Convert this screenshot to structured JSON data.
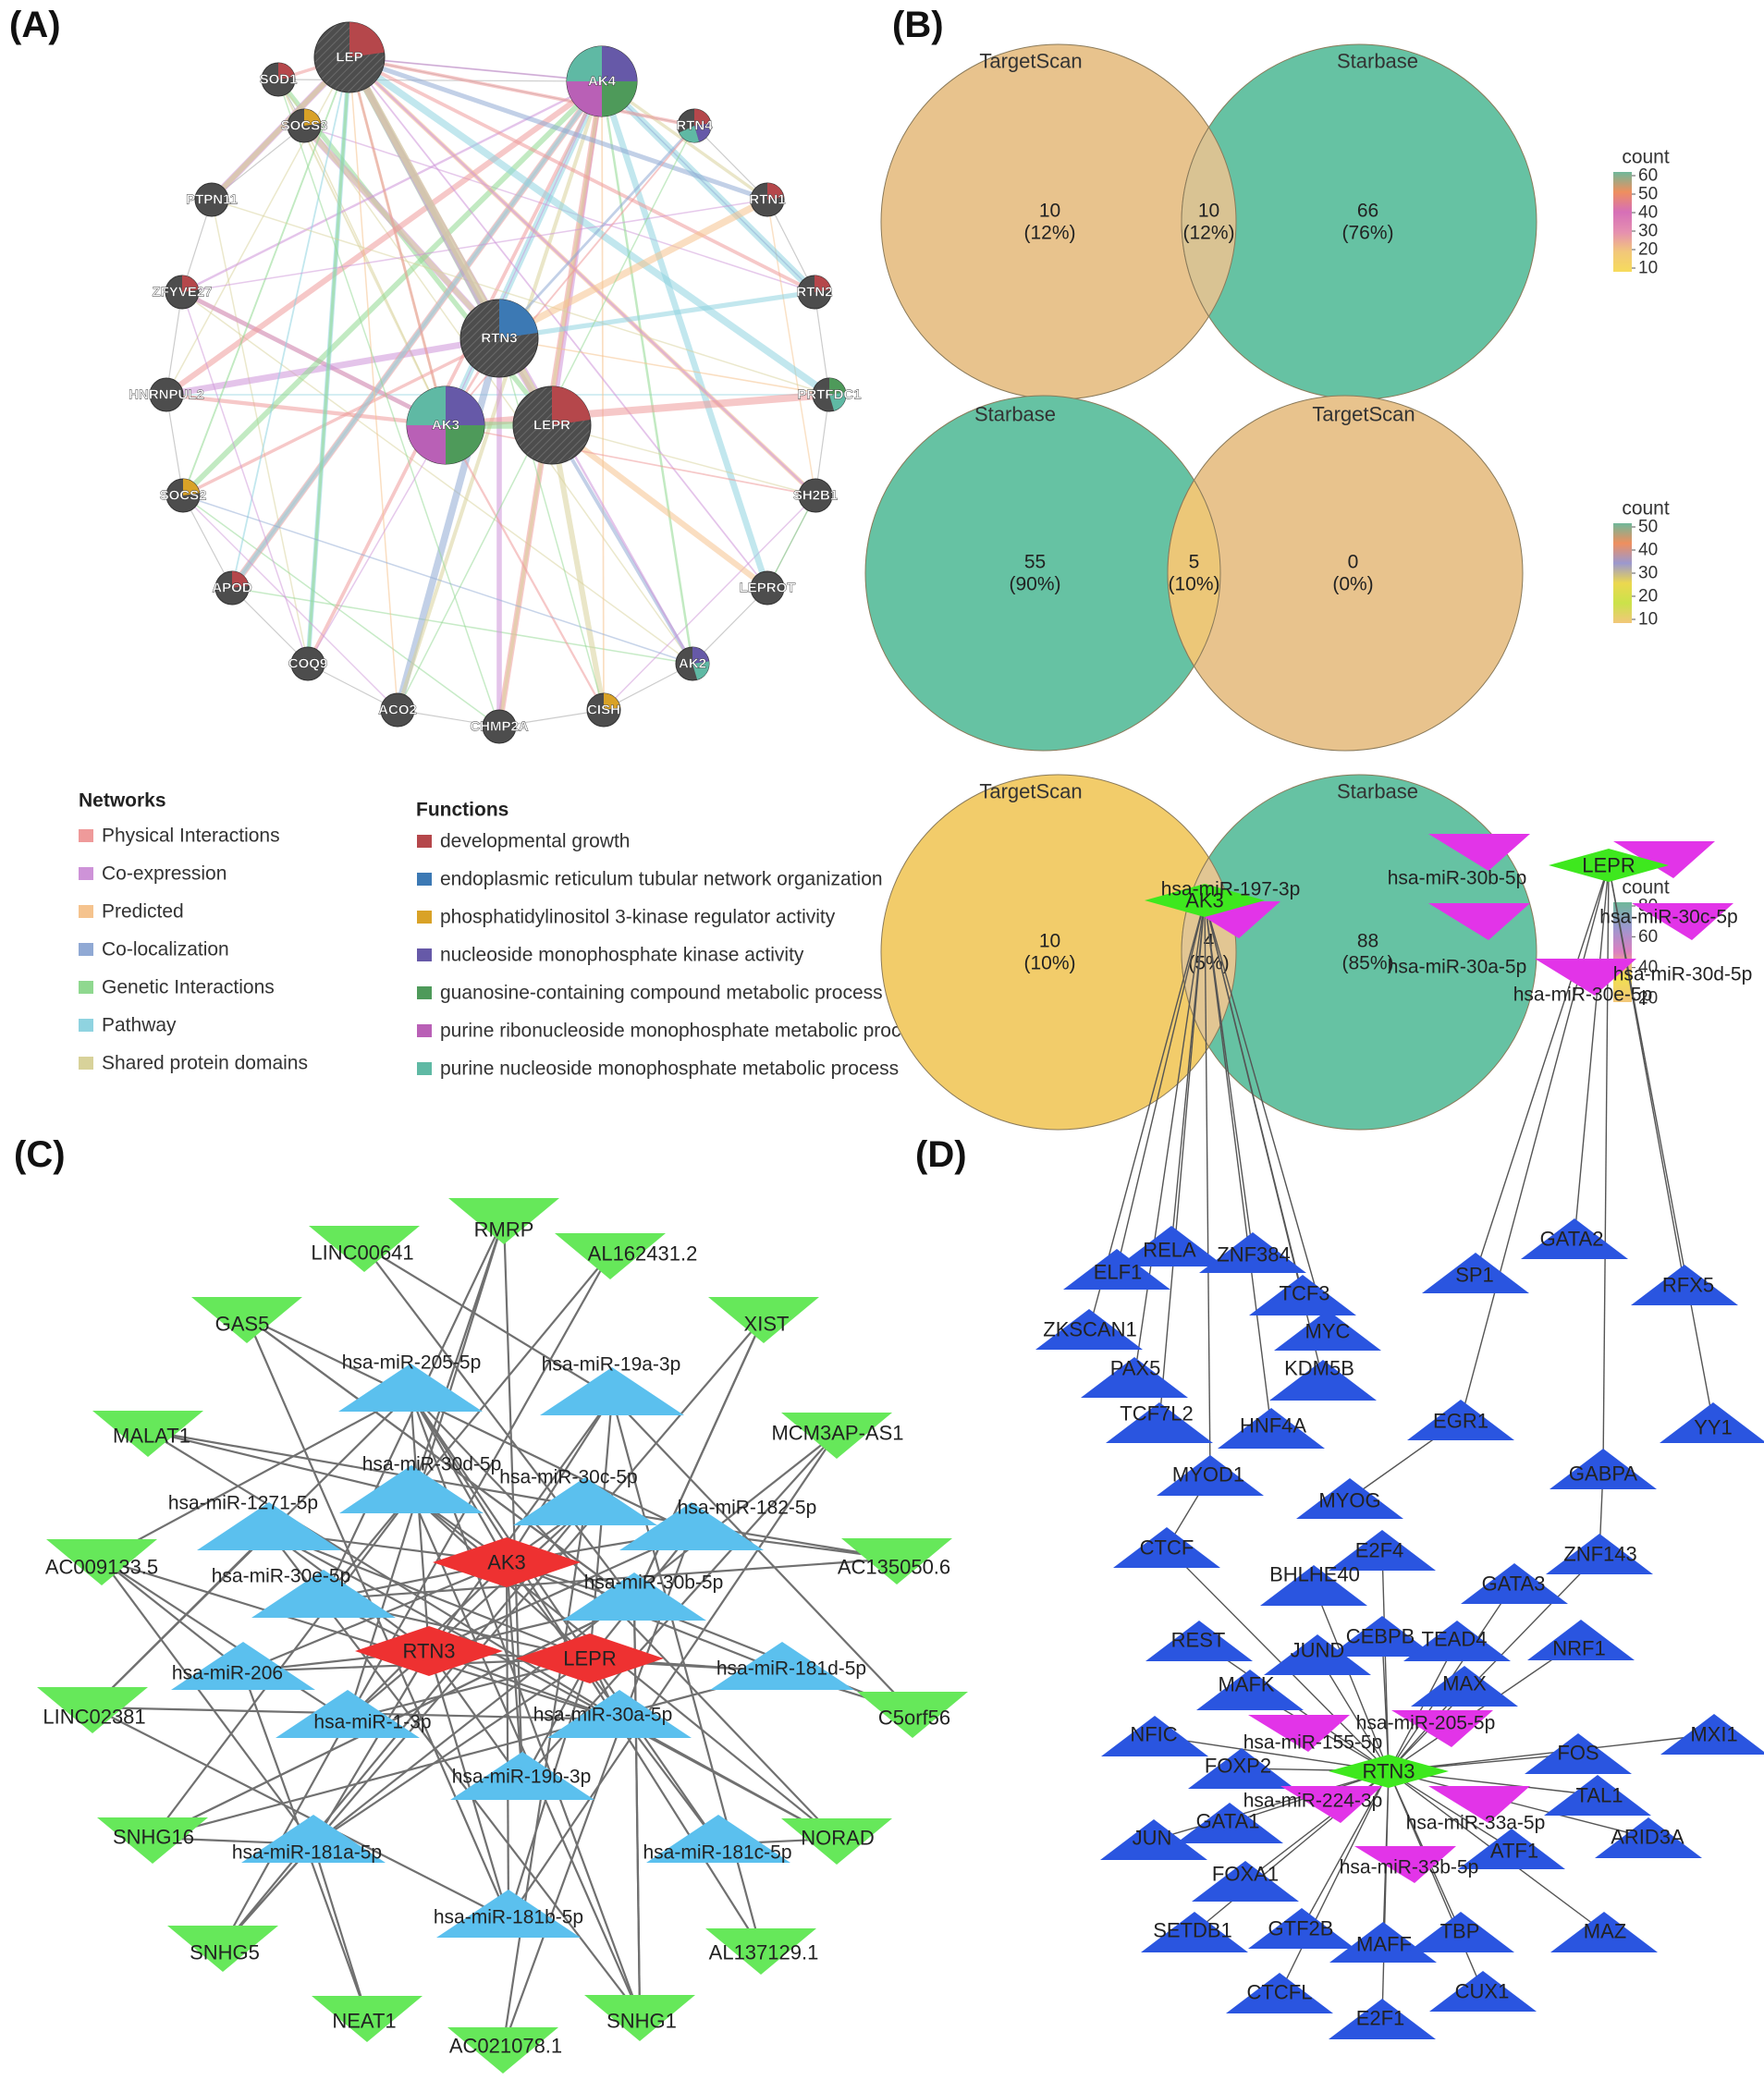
{
  "panels": {
    "a": "(A)",
    "b": "(B)",
    "c": "(C)",
    "d": "(D)"
  },
  "colors": {
    "node_dark": "#4d4d4d",
    "physical": "#ef9a9a",
    "coexpression": "#ce93d8",
    "predicted": "#f5c38e",
    "colocalization": "#90a9d4",
    "genetic": "#8fd88f",
    "pathway": "#8fd3e0",
    "shared": "#d8d29a",
    "fn_growth": "#b5474b",
    "fn_er": "#3c79b4",
    "fn_pi3k": "#d9a227",
    "fn_nmp": "#6659a8",
    "fn_guanosine": "#4e9a5a",
    "fn_purine_ribo": "#b960b6",
    "fn_purine_nuc": "#5fb9a4",
    "venn_green": "#66c2a3",
    "venn_tan": "#e8c38d",
    "venn_yellow": "#f2cc6a",
    "mirna_blue": "#5bc0ee",
    "lnc_green": "#66e85a",
    "hub_red": "#ee3131",
    "tf_blue": "#2a55e0",
    "mir_magenta": "#e234e8",
    "gene_green": "#3ee81e"
  },
  "panel_a": {
    "genes": [
      "LEP",
      "AK4",
      "SOD1",
      "SOCS3",
      "PTPN11",
      "ZFYVE27",
      "HNRNPUL2",
      "SOCS2",
      "APOD",
      "COQ9",
      "ACO2",
      "CHMP2A",
      "CISH",
      "AK2",
      "LEPROT",
      "SH2B1",
      "PRTFDC1",
      "RTN2",
      "RTN1",
      "RTN4",
      "RTN3",
      "AK3",
      "LEPR"
    ],
    "networks_title": "Networks",
    "networks": [
      {
        "label": "Physical Interactions",
        "color": "#ef9a9a"
      },
      {
        "label": "Co-expression",
        "color": "#ce93d8"
      },
      {
        "label": "Predicted",
        "color": "#f5c38e"
      },
      {
        "label": "Co-localization",
        "color": "#90a9d4"
      },
      {
        "label": "Genetic Interactions",
        "color": "#8fd88f"
      },
      {
        "label": "Pathway",
        "color": "#8fd3e0"
      },
      {
        "label": "Shared protein domains",
        "color": "#d8d29a"
      }
    ],
    "functions_title": "Functions",
    "functions": [
      {
        "label": "developmental growth",
        "color": "#b5474b"
      },
      {
        "label": "endoplasmic reticulum tubular network organization",
        "color": "#3c79b4"
      },
      {
        "label": "phosphatidylinositol 3-kinase regulator activity",
        "color": "#d9a227"
      },
      {
        "label": "nucleoside monophosphate kinase activity",
        "color": "#6659a8"
      },
      {
        "label": "guanosine-containing compound metabolic process",
        "color": "#4e9a5a"
      },
      {
        "label": "purine ribonucleoside monophosphate metabolic process",
        "color": "#b960b6"
      },
      {
        "label": "purine nucleoside monophosphate metabolic process",
        "color": "#5fb9a4"
      }
    ]
  },
  "panel_b": {
    "venns": [
      {
        "left": "TargetScan",
        "right": "Starbase",
        "left_count": "10",
        "left_pct": "(12%)",
        "mid_count": "10",
        "mid_pct": "(12%)",
        "right_count": "66",
        "right_pct": "(76%)",
        "legend_title": "count",
        "ticks": [
          "60",
          "50",
          "40",
          "30",
          "20",
          "10"
        ]
      },
      {
        "left": "Starbase",
        "right": "TargetScan",
        "left_count": "55",
        "left_pct": "(90%)",
        "mid_count": "5",
        "mid_pct": "(10%)",
        "right_count": "0",
        "right_pct": "(0%)",
        "legend_title": "count",
        "ticks": [
          "50",
          "40",
          "30",
          "20",
          "10"
        ]
      },
      {
        "left": "TargetScan",
        "right": "Starbase",
        "left_count": "10",
        "left_pct": "(10%)",
        "mid_count": "4",
        "mid_pct": "(5%)",
        "right_count": "88",
        "right_pct": "(85%)",
        "legend_title": "count",
        "ticks": [
          "80",
          "60",
          "40",
          "20"
        ]
      }
    ]
  },
  "panel_c": {
    "hubs": [
      "AK3",
      "RTN3",
      "LEPR"
    ],
    "mirnas": [
      "hsa-miR-205-5p",
      "hsa-miR-19a-3p",
      "hsa-miR-30d-5p",
      "hsa-miR-30c-5p",
      "hsa-miR-1271-5p",
      "hsa-miR-182-5p",
      "hsa-miR-30e-5p",
      "hsa-miR-30b-5p",
      "hsa-miR-206",
      "hsa-miR-181d-5p",
      "hsa-miR-1-3p",
      "hsa-miR-30a-5p",
      "hsa-miR-19b-3p",
      "hsa-miR-181a-5p",
      "hsa-miR-181c-5p",
      "hsa-miR-181b-5p"
    ],
    "lncrnas": [
      "RMRP",
      "LINC00641",
      "AL162431.2",
      "GAS5",
      "XIST",
      "MALAT1",
      "MCM3AP-AS1",
      "AC009133.5",
      "AC135050.6",
      "LINC02381",
      "C5orf56",
      "SNHG16",
      "NORAD",
      "SNHG5",
      "AL137129.1",
      "NEAT1",
      "SNHG1",
      "AC021078.1"
    ]
  },
  "panel_d": {
    "genes": [
      "AK3",
      "LEPR",
      "RTN3"
    ],
    "mirnas": [
      "hsa-miR-197-3p",
      "hsa-miR-30b-5p",
      "hsa-miR-30c-5p",
      "hsa-miR-30a-5p",
      "hsa-miR-30d-5p",
      "hsa-miR-30e-5p",
      "hsa-miR-155-5p",
      "hsa-miR-205-5p",
      "hsa-miR-224-3p",
      "hsa-miR-33a-5p",
      "hsa-miR-33b-5p"
    ],
    "tfs": [
      "RELA",
      "ZNF384",
      "ELF1",
      "TCF3",
      "ZKSCAN1",
      "MYC",
      "PAX5",
      "KDM5B",
      "TCF7L2",
      "HNF4A",
      "MYOD1",
      "GATA2",
      "SP1",
      "RFX5",
      "EGR1",
      "YY1",
      "GABPA",
      "MYOG",
      "CTCF",
      "E2F4",
      "BHLHE40",
      "GATA3",
      "ZNF143",
      "CEBPB",
      "REST",
      "JUND",
      "TEAD4",
      "NRF1",
      "MAFK",
      "MAX",
      "NFIC",
      "MXI1",
      "FOXP2",
      "FOS",
      "TAL1",
      "GATA1",
      "ARID3A",
      "JUN",
      "FOXA1",
      "ATF1",
      "SETDB1",
      "GTF2B",
      "MAFF",
      "TBP",
      "MAZ",
      "CTCFL",
      "CUX1",
      "E2F1"
    ]
  }
}
